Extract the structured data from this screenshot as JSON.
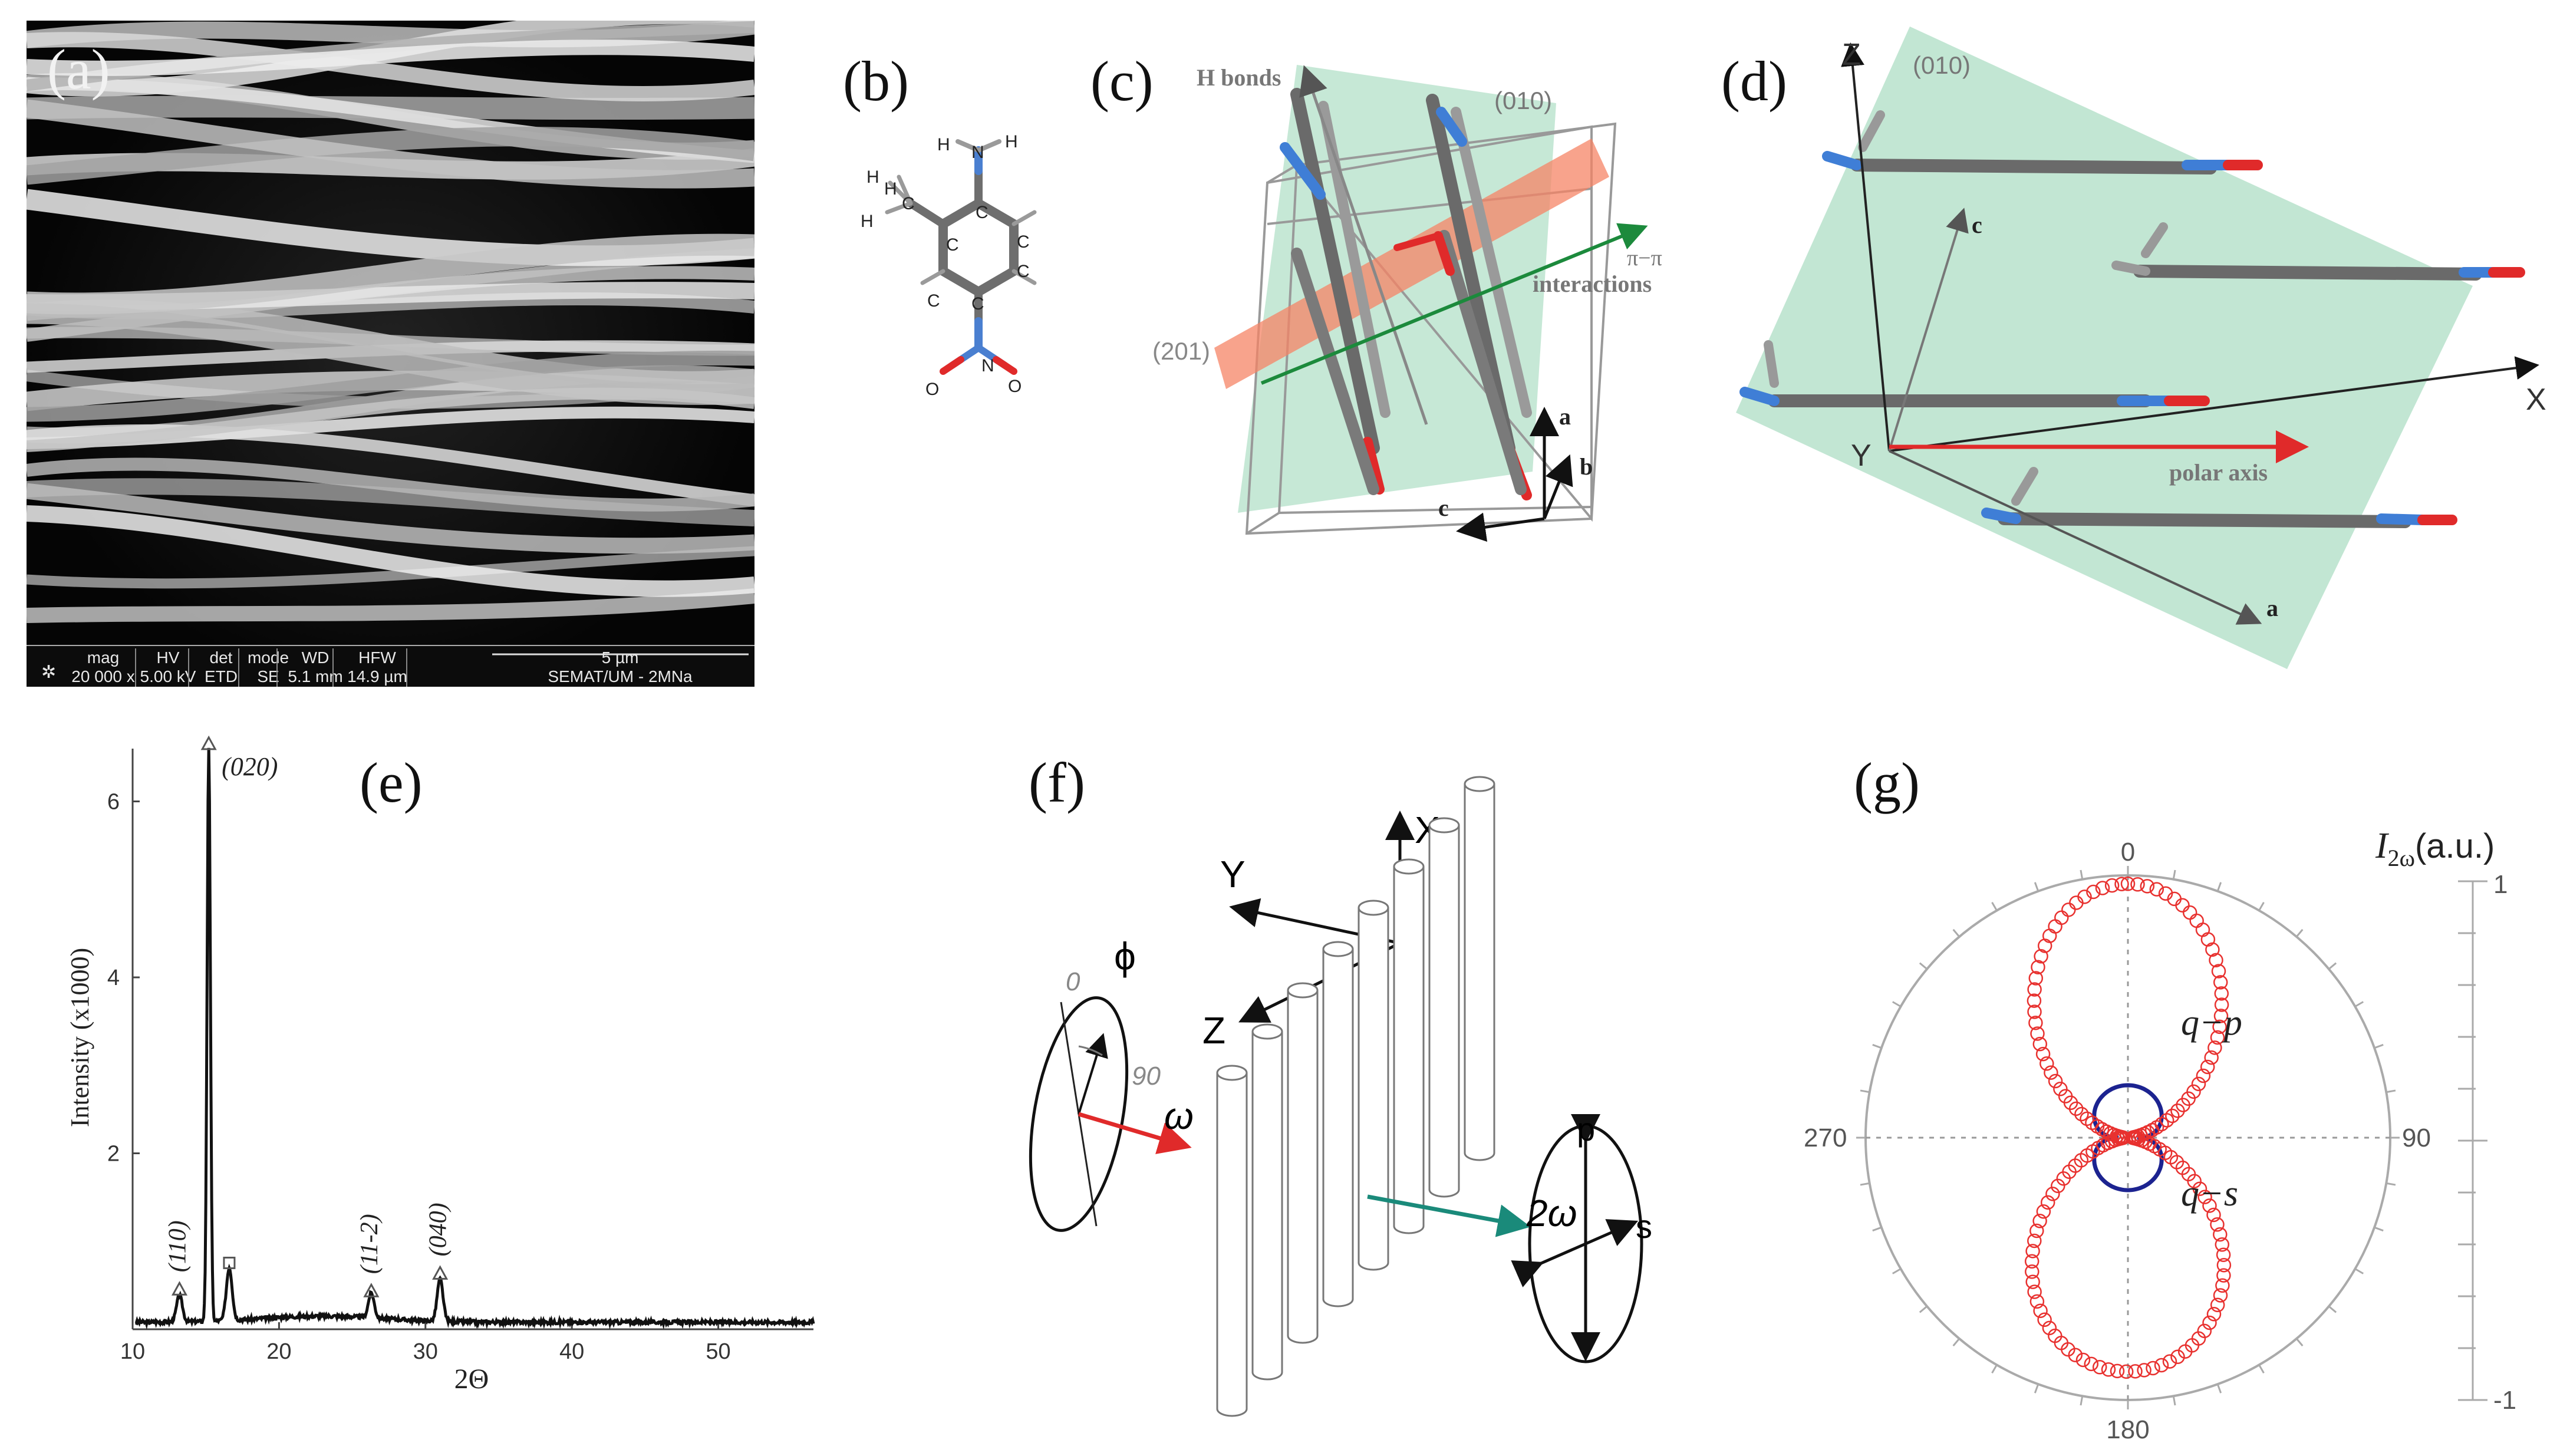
{
  "panels": {
    "a": {
      "label": "(a)"
    },
    "b": {
      "label": "(b)"
    },
    "c": {
      "label": "(c)"
    },
    "d": {
      "label": "(d)"
    },
    "e": {
      "label": "(e)"
    },
    "f": {
      "label": "(f)"
    },
    "g": {
      "label": "(g)"
    }
  },
  "sem": {
    "headers": [
      "mag",
      "HV",
      "det",
      "mode",
      "WD",
      "HFW"
    ],
    "values": [
      "20 000 x",
      "5.00 kV",
      "ETD",
      "SE",
      "5.1 mm",
      "14.9 µm"
    ],
    "scale": "5 µm",
    "credit": "SEMAT/UM - 2MNa"
  },
  "molecule": {
    "atom_H": "H",
    "atom_N": "N",
    "atom_C": "C",
    "atom_O": "O"
  },
  "crystal_c": {
    "hbonds": "H bonds",
    "plane_010": "(010)",
    "plane_201": "(201)",
    "pipi_1": "π−π",
    "pipi_2": "interactions",
    "axis_a": "a",
    "axis_b": "b",
    "axis_c": "c"
  },
  "crystal_d": {
    "plane_010": "(010)",
    "axis_Z": "Z",
    "axis_X": "X",
    "axis_Y": "Y",
    "axis_c": "c",
    "axis_a": "a",
    "polar": "polar axis"
  },
  "xrd": {
    "ylabel": "Intensity (x1000)",
    "xlabel": "2Θ",
    "peaks": [
      "(020)",
      "(110)",
      "(11-2)",
      "(040)"
    ]
  },
  "setup_f": {
    "axis_X": "X",
    "axis_Y": "Y",
    "axis_Z": "Z",
    "phi": "ϕ",
    "zero": "0",
    "ninety": "90",
    "omega": "ω",
    "two_omega": "2ω",
    "p": "p",
    "s": "s"
  },
  "polar_g": {
    "unit_I": "I",
    "unit_sub": "2ω",
    "unit_rest": "(a.u.)",
    "angles": [
      "0",
      "90",
      "180",
      "270"
    ],
    "scale_ticks": [
      "1",
      "-1"
    ],
    "qp": "q−p",
    "qs": "q−s"
  },
  "chart_data": [
    {
      "type": "line",
      "panel": "e",
      "title": "",
      "xlabel": "2Θ",
      "ylabel": "Intensity (x1000)",
      "xlim": [
        10,
        56.5
      ],
      "ylim": [
        0,
        6.6
      ],
      "xticks": [
        10,
        20,
        30,
        40,
        50
      ],
      "yticks": [
        2,
        4,
        6
      ],
      "peaks": [
        {
          "x": 13.2,
          "y": 0.3,
          "label": "(110)",
          "marker": "triangle"
        },
        {
          "x": 15.2,
          "y": 6.5,
          "label": "(020)",
          "marker": "triangle"
        },
        {
          "x": 16.6,
          "y": 0.6,
          "label": "",
          "marker": "square"
        },
        {
          "x": 26.3,
          "y": 0.28,
          "label": "(11-2)",
          "marker": "triangle"
        },
        {
          "x": 31.0,
          "y": 0.48,
          "label": "(040)",
          "marker": "triangle"
        }
      ]
    },
    {
      "type": "scatter",
      "panel": "g",
      "coordinate_system": "polar",
      "angle_ticks": [
        0,
        90,
        180,
        270
      ],
      "radial_range": [
        -1,
        1
      ],
      "series": [
        {
          "name": "q−p",
          "form": "cos^2",
          "max": 0.95,
          "marker": "circle-open",
          "color": "#e8312f"
        },
        {
          "name": "q−s",
          "form": "isotropic-lobe",
          "max": 0.2,
          "marker": "line",
          "color": "#1c2390"
        }
      ]
    }
  ]
}
